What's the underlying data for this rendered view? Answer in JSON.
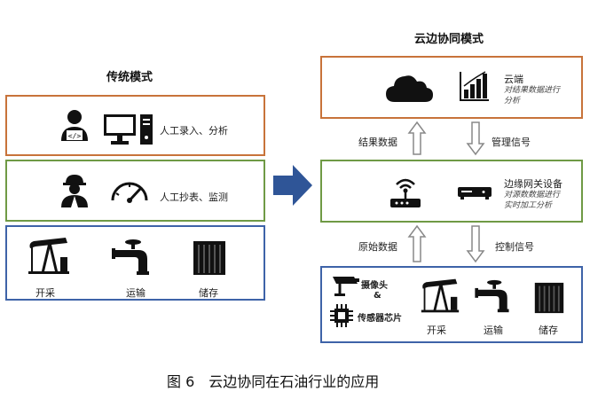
{
  "left": {
    "title": "传统模式",
    "row1_label": "人工录入、分析",
    "row2_label": "人工抄表、监测",
    "row3": {
      "label1": "开采",
      "label2": "运输",
      "label3": "储存"
    }
  },
  "right": {
    "title": "云边协同模式",
    "cloud": {
      "name": "云端",
      "desc1": "对结果数据进行",
      "desc2": "分析"
    },
    "arrow_up_1": "结果数据",
    "arrow_down_1": "管理信号",
    "edge": {
      "name": "边缘网关设备",
      "desc1": "对源数数据进行",
      "desc2": "实时加工分析"
    },
    "arrow_up_2": "原始数据",
    "arrow_down_2": "控制信号",
    "bottom": {
      "camera_label": "摄像头",
      "amp": "&",
      "sensor_label": "传感器芯片",
      "label1": "开采",
      "label2": "运输",
      "label3": "储存"
    }
  },
  "caption": "图 6　云边协同在石油行业的应用",
  "colors": {
    "orange": "#c8733a",
    "green": "#6f9a45",
    "blue": "#3e63a8",
    "arrow_blue": "#2f5597"
  }
}
